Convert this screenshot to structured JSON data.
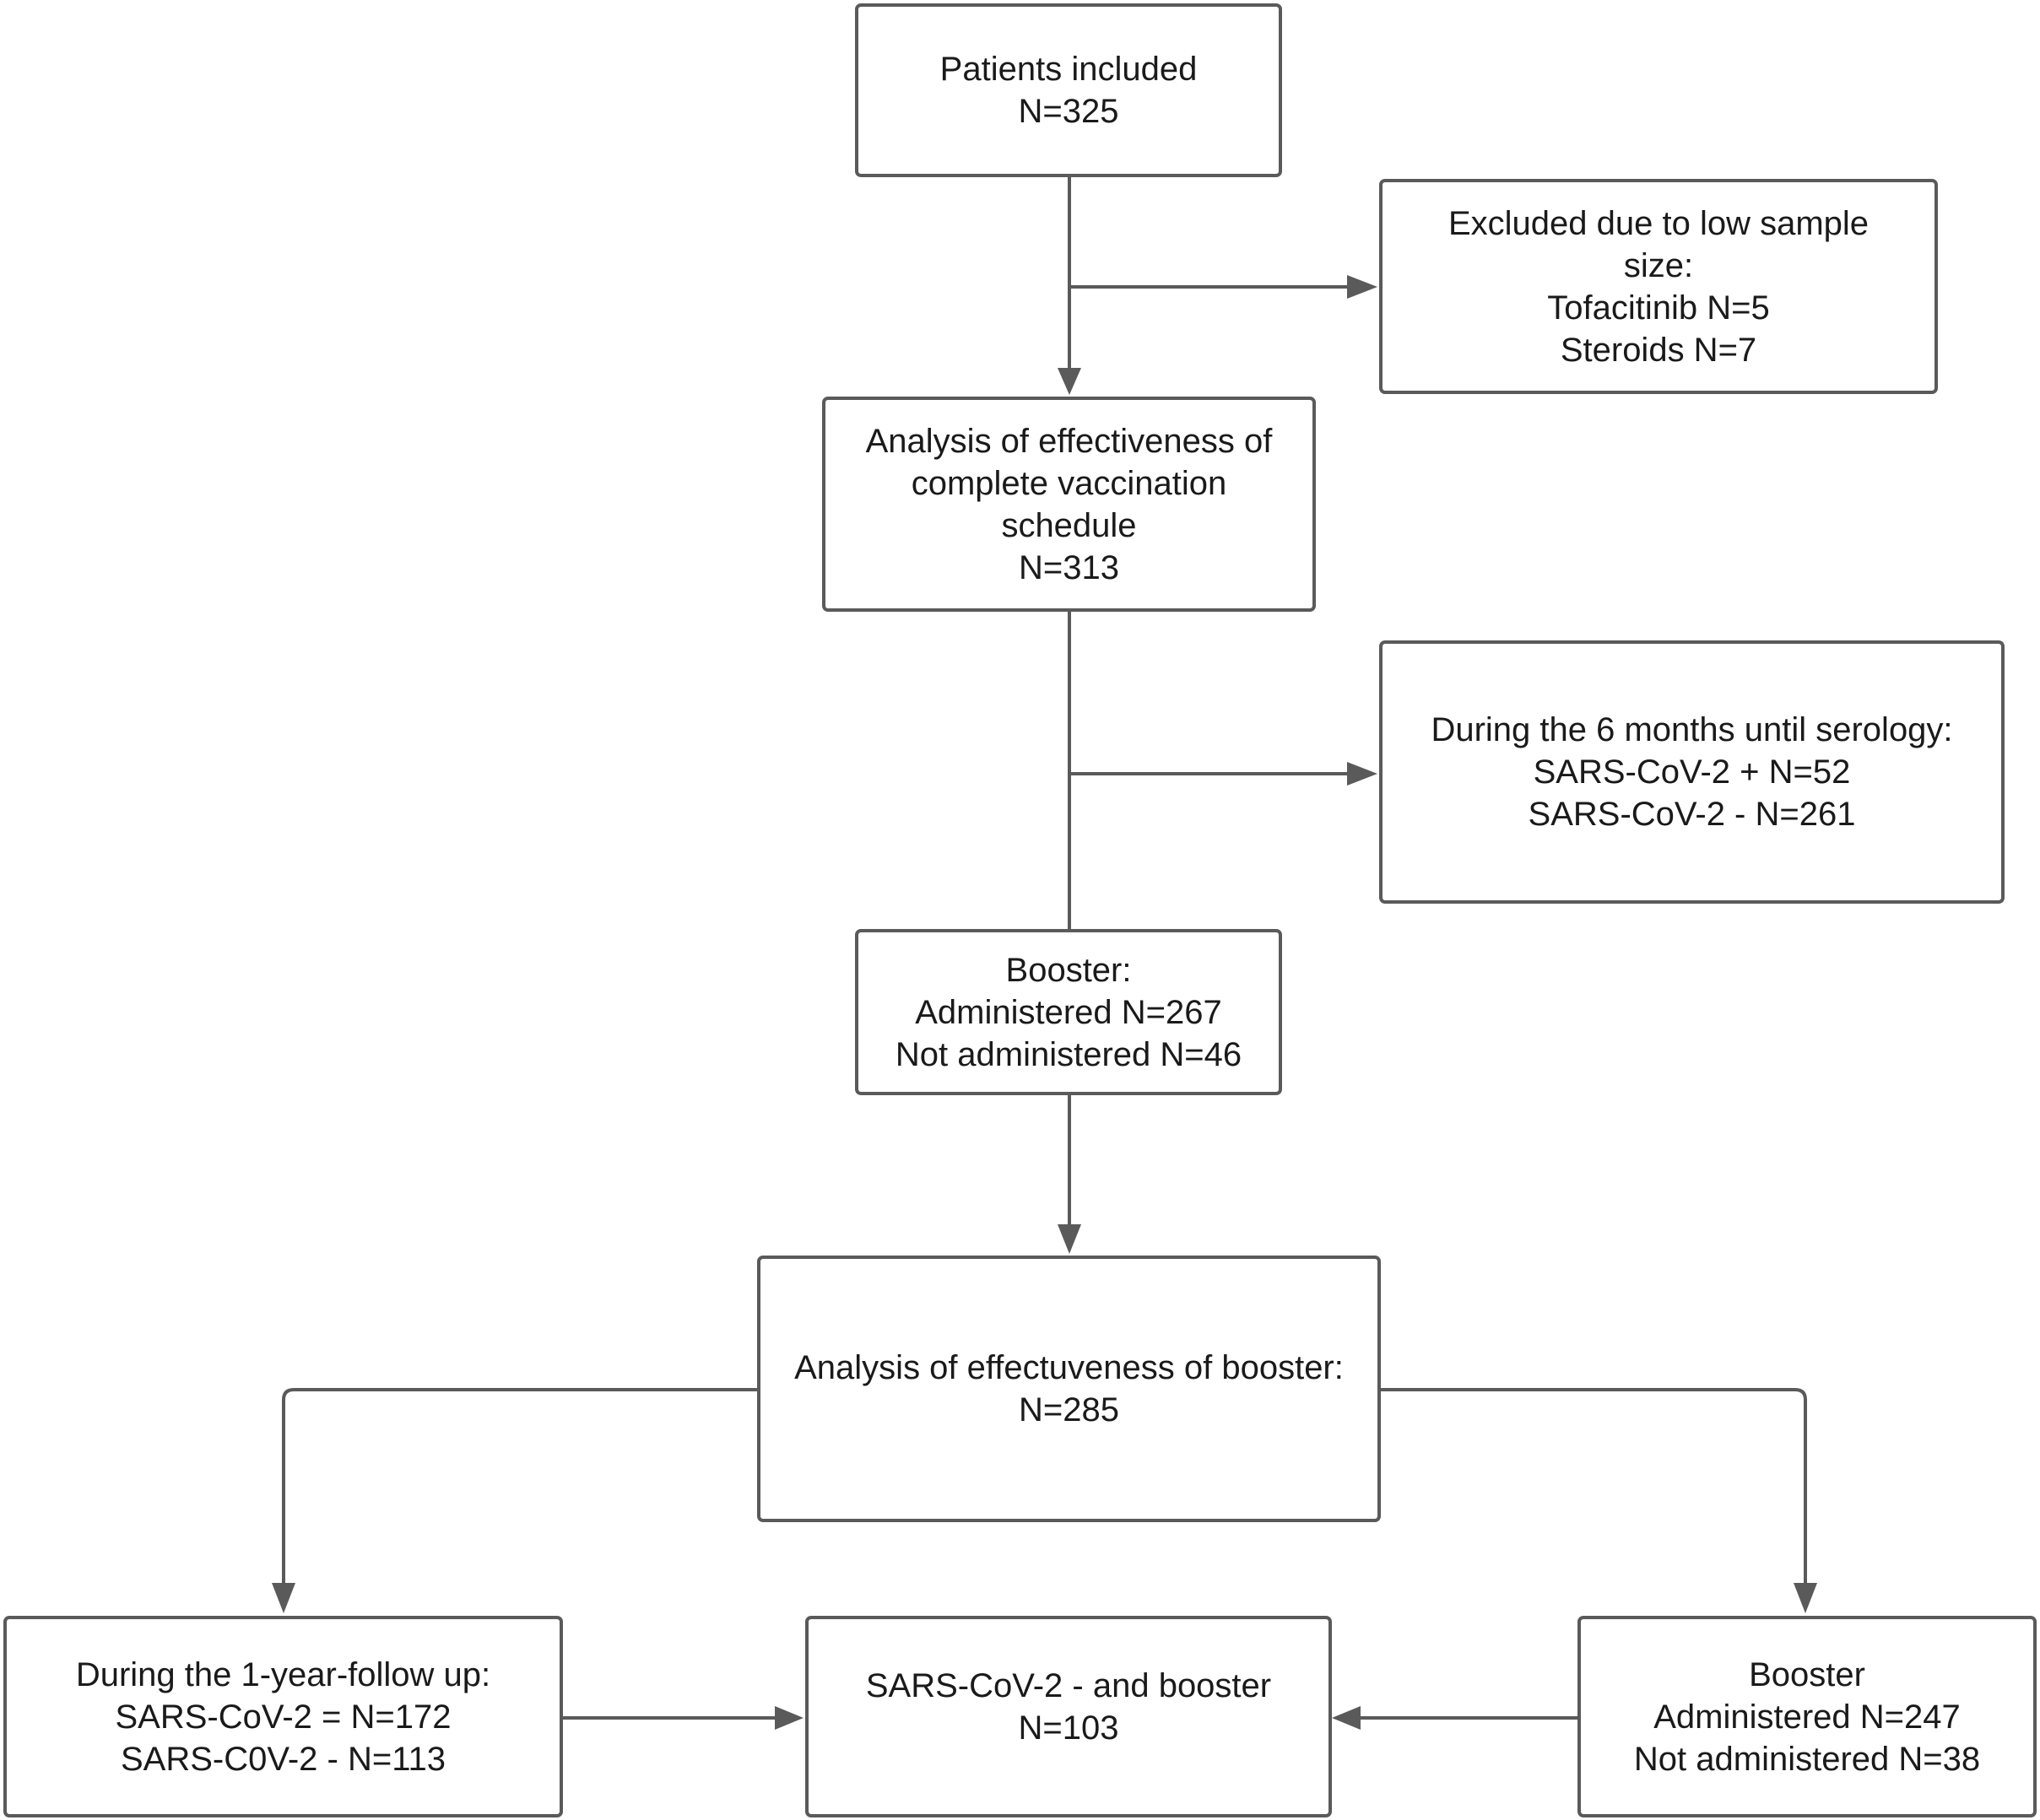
{
  "colors": {
    "border": "#5a5a5a",
    "text": "#1a1a1a",
    "connector": "#5a5a5a"
  },
  "boxes": {
    "included": {
      "line1": "Patients included",
      "line2": "N=325"
    },
    "excluded": {
      "line1": "Excluded due to low sample",
      "line2": "size:",
      "line3": "Tofacitinib N=5",
      "line4": "Steroids N=7"
    },
    "complete_schedule": {
      "line1": "Analysis of effectiveness of",
      "line2": "complete vaccination",
      "line3": "schedule",
      "line4": "N=313"
    },
    "serology": {
      "line1": "During the 6  months until serology:",
      "line2": "SARS-CoV-2 + N=52",
      "line3": "SARS-CoV-2 - N=261"
    },
    "booster": {
      "line1": "Booster:",
      "line2": "Administered N=267",
      "line3": "Not administered N=46"
    },
    "booster_analysis": {
      "line1": "Analysis of effectuveness of booster:",
      "line2": "N=285"
    },
    "followup": {
      "line1": "During the 1-year-follow up:",
      "line2": "SARS-CoV-2 = N=172",
      "line3": "SARS-C0V-2 - N=113"
    },
    "negative_booster": {
      "line1": "SARS-CoV-2 - and booster",
      "line2": "N=103"
    },
    "booster_split": {
      "line1": "Booster",
      "line2": "Administered N=247",
      "line3": "Not administered N=38"
    }
  }
}
